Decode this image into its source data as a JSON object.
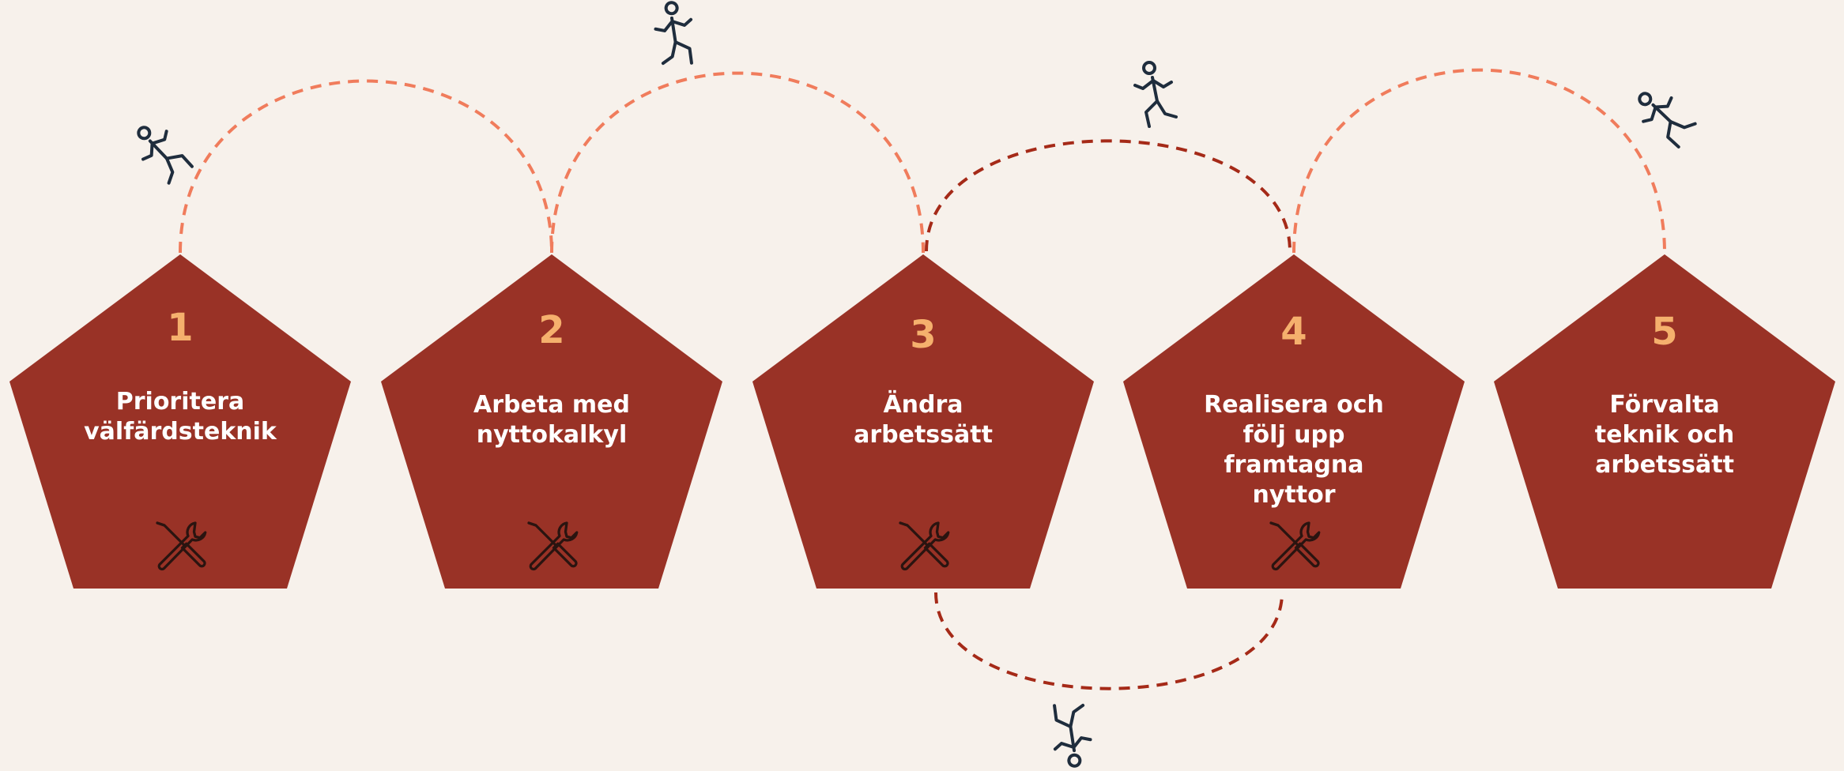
{
  "colors": {
    "background": "#f7f1eb",
    "pentagon": "#993226",
    "number": "#f5b06d",
    "label": "#ffffff",
    "arc_light": "#f07c5c",
    "arc_dark": "#a52a18",
    "figure": "#1f2d3d",
    "tool_icon": "#2a1410"
  },
  "steps": [
    {
      "number": "1",
      "lines": [
        "Prioritera",
        "välfärdsteknik"
      ],
      "tool_icon": "tools-icon"
    },
    {
      "number": "2",
      "lines": [
        "Arbeta med",
        "nyttokalkyl"
      ],
      "tool_icon": "tools-icon"
    },
    {
      "number": "3",
      "lines": [
        "Ändra",
        "arbetssätt"
      ],
      "tool_icon": "tools-icon"
    },
    {
      "number": "4",
      "lines": [
        "Realisera och",
        "följ upp",
        "framtagna",
        "nyttor"
      ],
      "tool_icon": "tools-icon"
    },
    {
      "number": "5",
      "lines": [
        "Förvalta",
        "teknik och",
        "arbetssätt"
      ]
    }
  ],
  "arcs": [
    {
      "from": 1,
      "to": 2,
      "side": "top",
      "style": "light"
    },
    {
      "from": 2,
      "to": 3,
      "side": "top",
      "style": "light"
    },
    {
      "from": 3,
      "to": 4,
      "side": "top",
      "style": "dark"
    },
    {
      "from": 3,
      "to": 4,
      "side": "bottom",
      "style": "dark"
    },
    {
      "from": 4,
      "to": 5,
      "side": "top",
      "style": "light"
    }
  ],
  "figures": [
    "running-person-icon",
    "running-person-icon",
    "running-person-icon",
    "running-person-icon",
    "running-person-icon"
  ]
}
